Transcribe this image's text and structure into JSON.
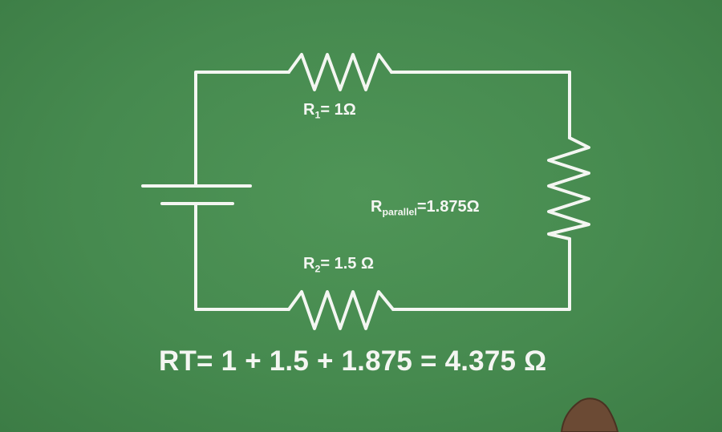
{
  "colors": {
    "board": "#468a4f",
    "chalk": "#f4f6f2",
    "hand": "#6b4a34"
  },
  "labels": {
    "r1": {
      "name": "R",
      "sub": "1",
      "value": "= 1Ω"
    },
    "r2": {
      "name": "R",
      "sub": "2",
      "value": "= 1.5 Ω"
    },
    "rparallel": {
      "name": "R",
      "sub": "parallel",
      "value": "=1.875Ω"
    }
  },
  "equation": "RT= 1 + 1.5 + 1.875 = 4.375 Ω",
  "icons": {
    "battery": "battery-icon",
    "resistor": "resistor-icon",
    "hand": "hand-icon"
  }
}
